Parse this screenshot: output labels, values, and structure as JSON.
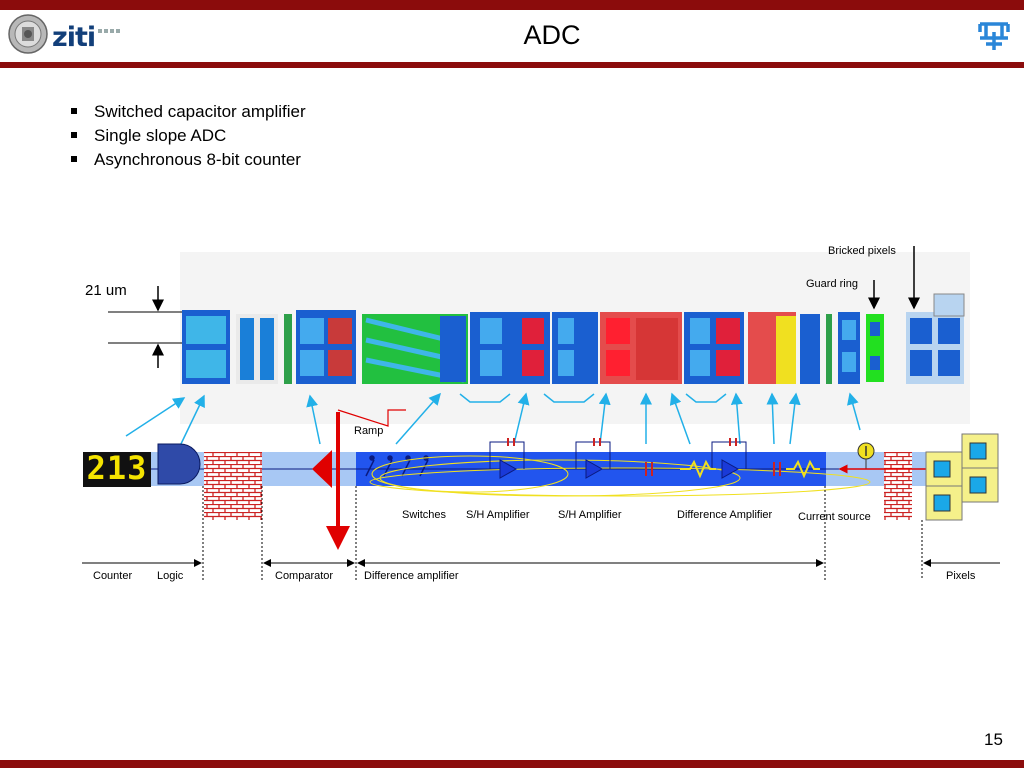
{
  "header": {
    "title": "ADC",
    "ziti_logo_text": "ziti",
    "page_number": "15"
  },
  "bullets": [
    "Switched capacitor amplifier",
    "Single slope ADC",
    "Asynchronous 8-bit counter"
  ],
  "layout_labels": {
    "bricked_pixels": "Bricked pixels",
    "guard_ring": "Guard ring",
    "height_dimension": "21 um"
  },
  "schematic_labels": {
    "ramp": "Ramp",
    "switches": "Switches",
    "sh_amplifier_1": "S/H Amplifier",
    "sh_amplifier_2": "S/H Amplifier",
    "difference_amplifier": "Difference Amplifier",
    "current_source": "Current source",
    "counter_value": "213"
  },
  "section_labels": {
    "counter": "Counter",
    "logic": "Logic",
    "comparator": "Comparator",
    "difference_amplifier": "Difference amplifier",
    "pixels": "Pixels"
  },
  "colors": {
    "header_bar": "#8b0c0c",
    "schematic_blue": "#2255ee",
    "pointer_cyan": "#22b0e8",
    "ramp_red": "#e00000",
    "brick_red": "#cc2222",
    "counter_digits": "#f5e400"
  }
}
